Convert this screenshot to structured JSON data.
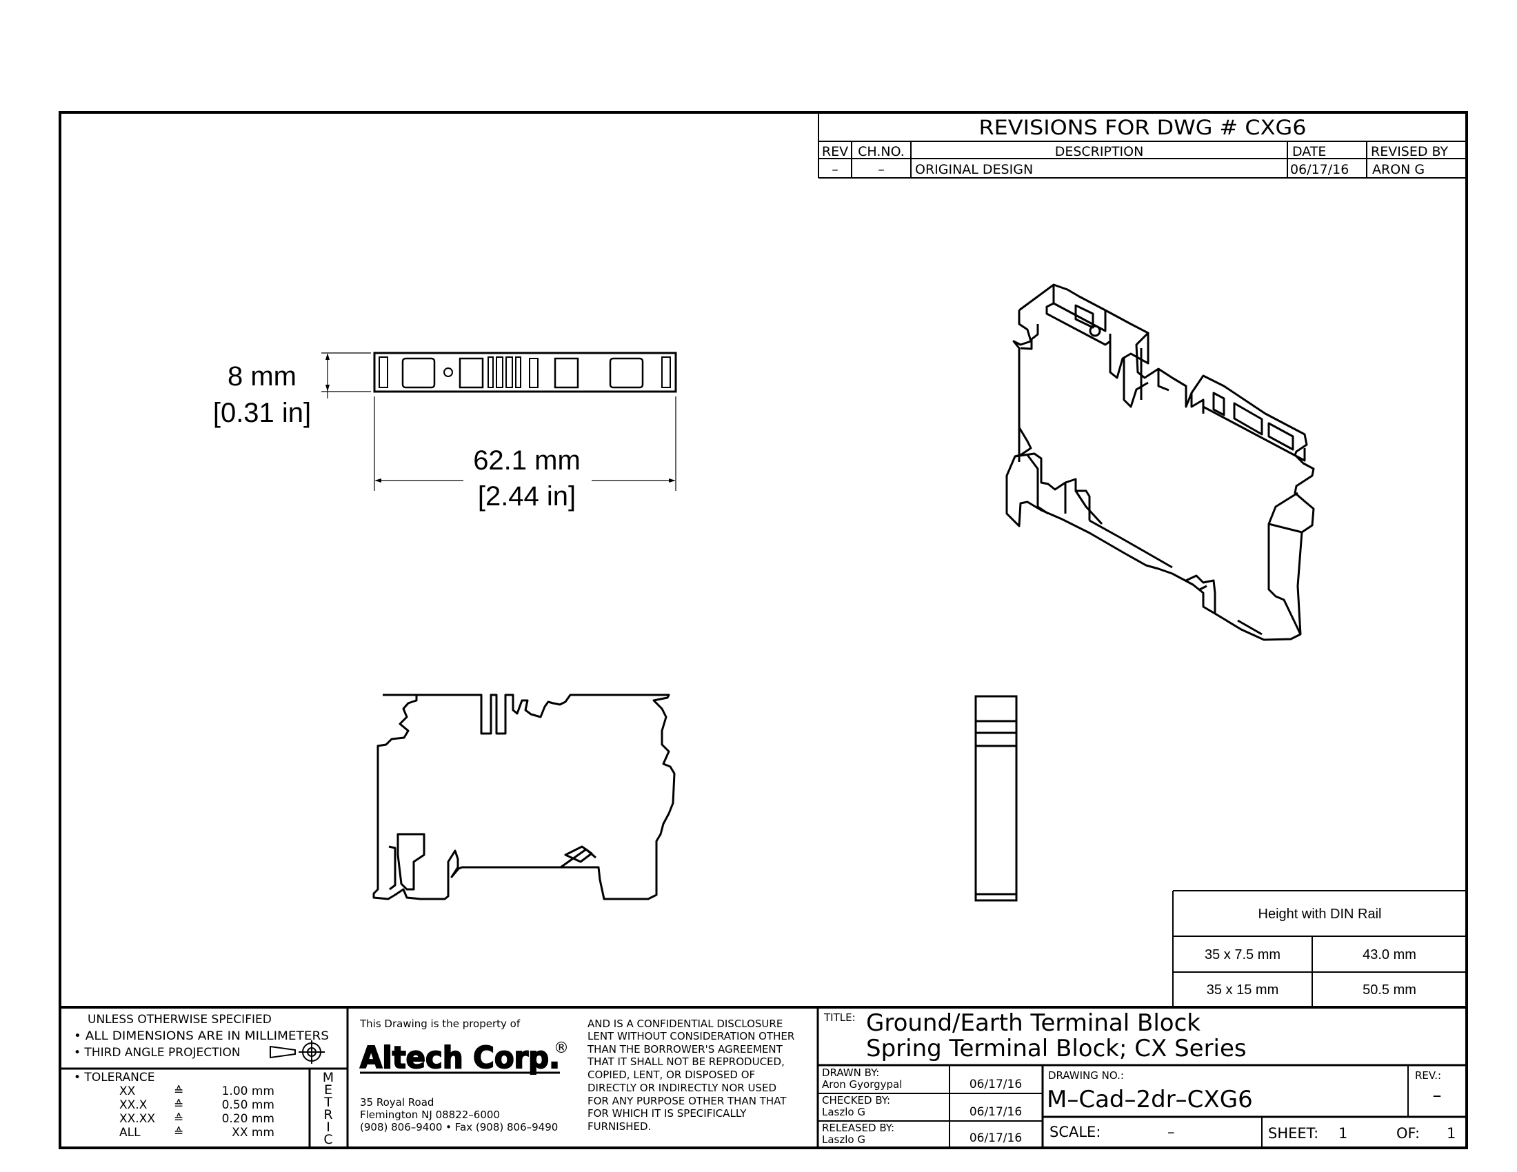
{
  "revisions": {
    "title": "REVISIONS  FOR  DWG  #   CXG6",
    "headers": {
      "rev": "REV",
      "ch_no": "CH.NO.",
      "description": "DESCRIPTION",
      "date": "DATE",
      "revised_by": "REVISED  BY"
    },
    "rows": [
      {
        "rev": "–",
        "ch_no": "–",
        "description": "ORIGINAL  DESIGN",
        "date": "06/17/16",
        "revised_by": "ARON  G"
      }
    ]
  },
  "dimensions": {
    "height_mm": "8 mm",
    "height_in": "[0.31 in]",
    "length_mm": "62.1 mm",
    "length_in": "[2.44 in]"
  },
  "din_rail": {
    "header": "Height with DIN Rail",
    "rows": [
      {
        "rail": "35 x 7.5 mm",
        "height": "43.0 mm"
      },
      {
        "rail": "35 x 15 mm",
        "height": "50.5 mm"
      }
    ]
  },
  "specs": {
    "heading": "UNLESS  OTHERWISE  SPECIFIED",
    "line1": "• ALL  DIMENSIONS  ARE  IN  MILLIMETERS",
    "line2": "• THIRD  ANGLE  PROJECTION",
    "tolerance_label": "• TOLERANCE",
    "tolerances": [
      {
        "format": "XX",
        "symbol": "≙",
        "value": "1.00 mm"
      },
      {
        "format": "XX.X",
        "symbol": "≙",
        "value": "0.50 mm"
      },
      {
        "format": "XX.XX",
        "symbol": "≙",
        "value": "0.20 mm"
      },
      {
        "format": "ALL",
        "symbol": "≙",
        "value": "XX mm"
      }
    ],
    "metric_letters": [
      "M",
      "E",
      "T",
      "R",
      "I",
      "C"
    ]
  },
  "company": {
    "property_text": "This  Drawing  is  the  property  of",
    "logo": "Altech Corp.",
    "logo_mark": "®",
    "address1": "35  Royal  Road",
    "address2": "Flemington  NJ  08822–6000",
    "phone": "(908)  806–9400 • Fax  (908)  806–9490",
    "disclosure": [
      "AND  IS  A  CONFIDENTIAL  DISCLOSURE",
      "LENT  WITHOUT  CONSIDERATION  OTHER",
      "THAN  THE  BORROWER'S  AGREEMENT",
      "THAT  IT  SHALL  NOT  BE  REPRODUCED,",
      "COPIED,  LENT,  OR  DISPOSED  OF",
      "DIRECTLY  OR  INDIRECTLY  NOR  USED",
      "FOR  ANY  PURPOSE  OTHER  THAN  THAT",
      "FOR  WHICH  IT  IS  SPECIFICALLY",
      "FURNISHED."
    ]
  },
  "title_block": {
    "title_label": "TITLE:",
    "title_line1": "Ground/Earth  Terminal  Block",
    "title_line2": "Spring  Terminal  Block;  CX  Series",
    "drawn_by_label": "DRAWN  BY:",
    "drawn_by": "Aron  Gyorgypal",
    "drawn_date": "06/17/16",
    "checked_by_label": "CHECKED  BY:",
    "checked_by": "Laszlo  G",
    "checked_date": "06/17/16",
    "released_by_label": "RELEASED  BY:",
    "released_by": "Laszlo  G",
    "released_date": "06/17/16",
    "drawing_no_label": "DRAWING  NO.:",
    "drawing_no": "M–Cad–2dr–CXG6",
    "rev_label": "REV.:",
    "rev": "–",
    "scale_label": "SCALE:",
    "scale": "–",
    "sheet_label": "SHEET:",
    "sheet": "1",
    "of_label": "OF:",
    "of": "1"
  }
}
